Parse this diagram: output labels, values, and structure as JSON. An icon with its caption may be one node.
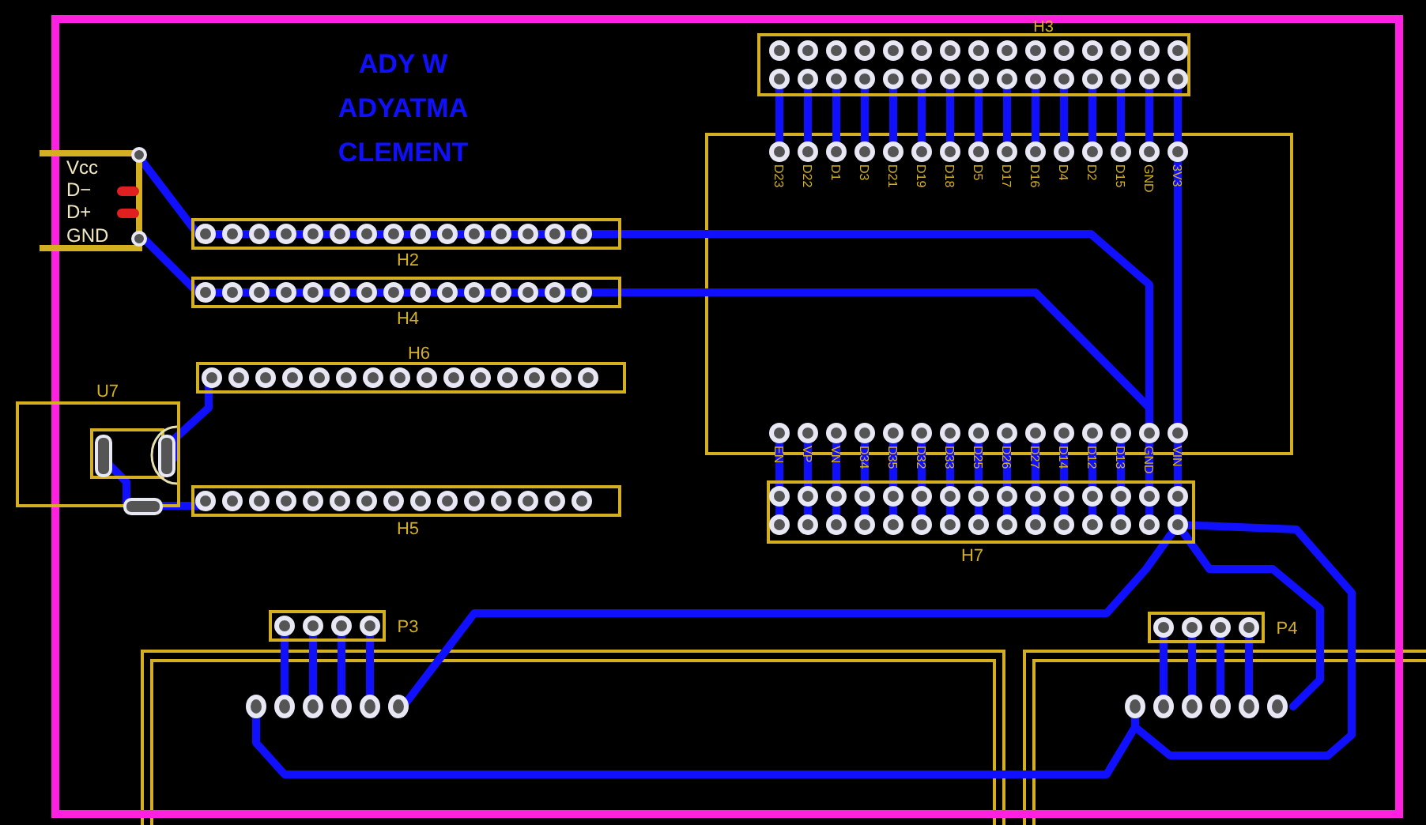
{
  "diagram": {
    "labels": [
      "H3",
      "ADY W ADYATMA CLEMENT",
      "Vcc",
      "D−",
      "D+",
      "GND",
      "D23",
      "D22",
      "D1",
      "D3",
      "D21",
      "D19",
      "D18",
      "D5",
      "D17",
      "D16",
      "D4",
      "D2",
      "D15",
      "GND",
      "3V3",
      "H2",
      "H4",
      "H6",
      "U7",
      "H5",
      "EN",
      "VP",
      "VN",
      "D34",
      "D35",
      "D32",
      "D33",
      "D25",
      "D26",
      "D27",
      "D14",
      "D12",
      "D13",
      "GND",
      "VIN",
      "H7",
      "P3",
      "P4"
    ]
  }
}
